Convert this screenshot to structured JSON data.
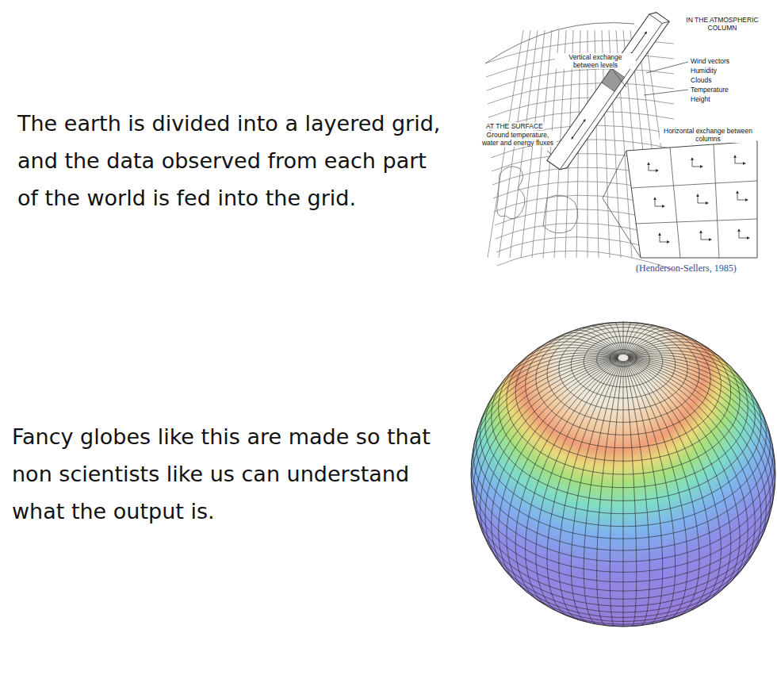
{
  "diagram": {
    "labels": [
      "The earth is divided into a layered grid, and the data observed from each part of the world is fed into the grid.",
      "Fancy globes like this are made so that non scientists like us can understand what the output is.",
      "Vertical exchange between levels",
      "IN THE ATMOSPHERIC COLUMN",
      "Wind vectors",
      "Humidity",
      "Clouds",
      "Temperature",
      "Height",
      "AT THE SURFACE",
      "Ground temperature, water and energy fluxes",
      "Horizontal exchange between columns",
      "(Henderson-Sellers, 1985)"
    ]
  }
}
